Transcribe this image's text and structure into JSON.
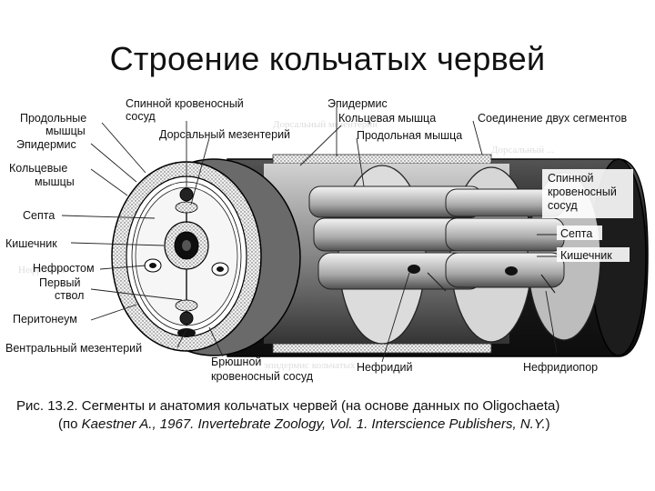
{
  "slide": {
    "title": "Строение кольчатых червей"
  },
  "labels": {
    "prodolnye_myshtsy": [
      "Продольные",
      "мышцы"
    ],
    "epidermis_left": "Эпидермис",
    "koltsevye_myshtsy": [
      "Кольцевые",
      "мышцы"
    ],
    "septa_left": "Септа",
    "kishechnik_left": "Кишечник",
    "nefrostom": "Нефростом",
    "pervy_stvol": [
      "Первый",
      "ствол"
    ],
    "peritoneum": "Перитонеум",
    "ventralny_mezenteriy": "Вентральный мезентерий",
    "spinnoy_sosud_top": [
      "Спинной кровеносный",
      "сосуд"
    ],
    "dorsalny_mezenteriy": "Дорсальный мезентерий",
    "epidermis_top": "Эпидермис",
    "koltsevaya_myshtsa": "Кольцевая мышца",
    "prodolnaya_myshtsa": "Продольная мышца",
    "soedinenie": "Соединение двух сегментов",
    "spinnoy_sosud_right": [
      "Спинной",
      "кровеносный",
      "сосуд"
    ],
    "septa_right": "Септа",
    "kishechnik_right": "Кишечник",
    "bryushnoy_sosud": [
      "Брюшной",
      "кровеносный сосуд"
    ],
    "nefridiy": "Нефридий",
    "nefridiopor": "Нефридиопор"
  },
  "caption": {
    "line1": "Рис. 13.2. Сегменты и анатомия кольчатых червей (на основе данных по Oligochaeta)",
    "line2_prefix": "(по ",
    "line2_italic": "Kaestner A., 1967. Invertebrate Zoology, Vol. 1. Interscience Publishers, N.Y.",
    "line2_suffix": ")"
  }
}
